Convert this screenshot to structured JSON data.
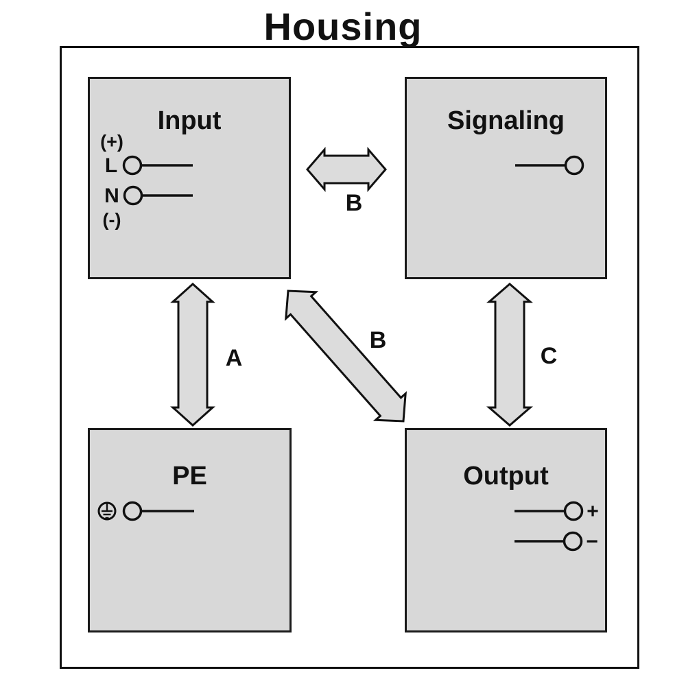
{
  "title": "Housing",
  "boxes": {
    "input": {
      "label": "Input",
      "plus_hint": "(+)",
      "l": "L",
      "n": "N",
      "minus_hint": "(-)"
    },
    "signaling": {
      "label": "Signaling"
    },
    "pe": {
      "label": "PE"
    },
    "output": {
      "label": "Output",
      "plus": "+",
      "minus": "−"
    }
  },
  "arrow_labels": {
    "a": "A",
    "b_top": "B",
    "b_diag": "B",
    "c": "C"
  },
  "colors": {
    "background": "#ffffff",
    "box_fill": "#d8d8d8",
    "arrow_fill": "#dcdcdc",
    "outline": "#111111"
  }
}
